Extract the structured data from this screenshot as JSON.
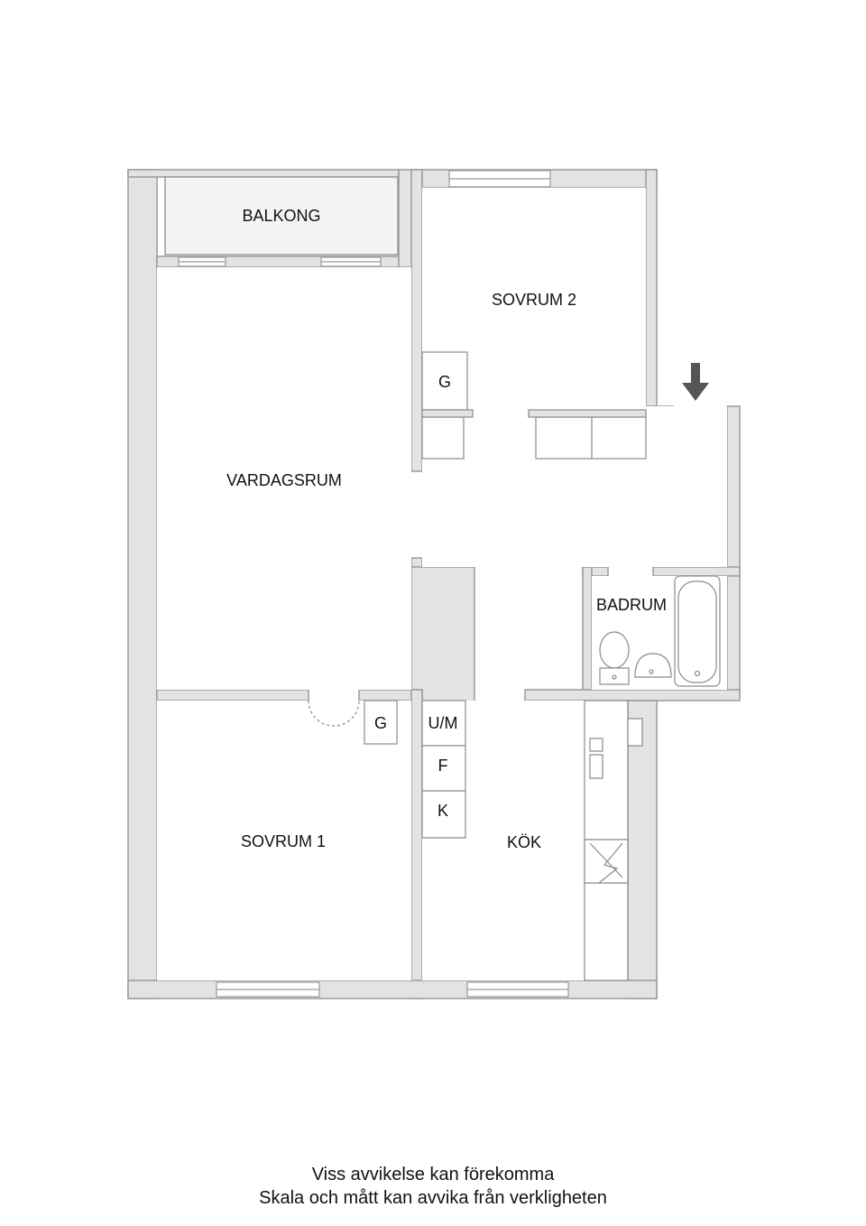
{
  "rooms": {
    "balkong": "BALKONG",
    "sovrum2": "SOVRUM 2",
    "vardagsrum": "VARDAGSRUM",
    "badrum": "BADRUM",
    "sovrum1": "SOVRUM 1",
    "kok": "KÖK"
  },
  "fixtures": {
    "g_upper": "G",
    "g_lower": "G",
    "um": "U/M",
    "f": "F",
    "k": "K"
  },
  "disclaimer": {
    "line1": "Viss avvikelse kan förekomma",
    "line2": "Skala och mått kan avvika från verkligheten"
  },
  "colors": {
    "wall": "#e3e3e3",
    "wall_stroke": "#9a9a9a",
    "fixture_stroke": "#8a8a8a",
    "arrow": "#555555"
  }
}
